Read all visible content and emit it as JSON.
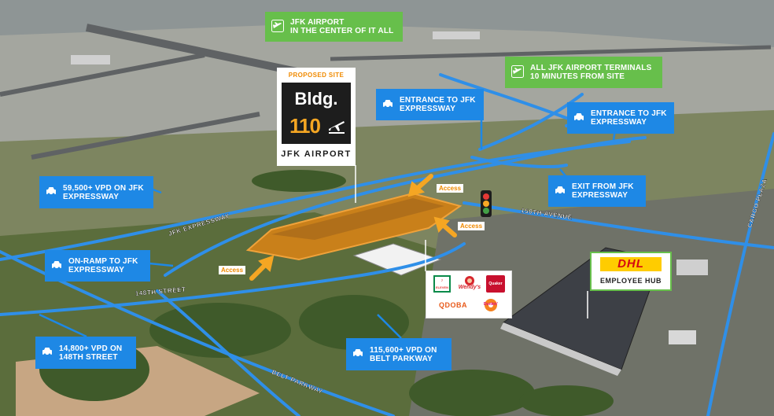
{
  "callouts": {
    "jfk_center": "JFK AIRPORT\nIN THE CENTER OF IT ALL",
    "jfk_terminals": "ALL JFK AIRPORT TERMINALS\n10 MINUTES FROM SITE",
    "entrance_1": "ENTRANCE TO JFK\nEXPRESSWAY",
    "entrance_2": "ENTRANCE TO JFK\nEXPRESSWAY",
    "exit": "EXIT FROM JFK\nEXPRESSWAY",
    "vpd_jfk": "59,500+ VPD ON JFK\nEXPRESSWAY",
    "onramp": "ON-RAMP TO JFK\nEXPRESSWAY",
    "vpd_148": "14,800+ VPD ON\n148TH STREET",
    "vpd_belt": "115,600+ VPD ON\nBELT PARKWAY"
  },
  "site_card": {
    "heading": "PROPOSED SITE",
    "bldg": "Bldg.",
    "number": "110",
    "caption": "JFK AIRPORT"
  },
  "access_labels": [
    "Access",
    "Access",
    "Access"
  ],
  "road_labels": {
    "jfk_expressway": "JFK EXPRESSWAY",
    "avenue_150": "150TH AVENUE",
    "street_148": "148TH STREET",
    "belt_parkway": "BELT PARKWAY",
    "cargo_plaza": "CARGO PLAZA"
  },
  "dhl": {
    "logo": "DHL",
    "caption": "EMPLOYEE HUB"
  },
  "retail_logos": [
    "7 ELEVEN",
    "Wendy's",
    "Quaker",
    "QDOBA",
    "Dunkin'"
  ],
  "icons": {
    "plane": "plane-icon",
    "car": "car-icon",
    "traffic_light": "traffic-light-icon"
  },
  "colors": {
    "callout_blue": "#1e88e5",
    "callout_green": "#67bf4b",
    "site_orange": "#c9801a",
    "arrow_orange": "#f5a623",
    "road_blue": "#2f8fe8",
    "dhl_yellow": "#ffcc00",
    "dhl_red": "#d40511"
  }
}
